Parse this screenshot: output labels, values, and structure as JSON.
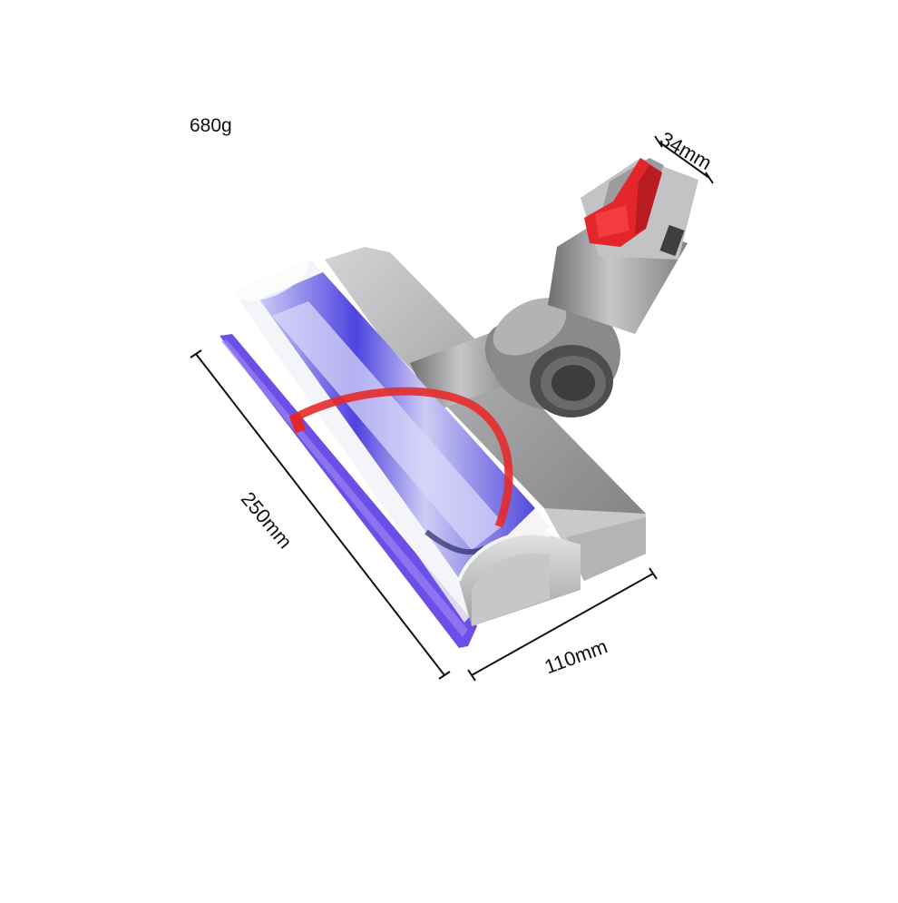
{
  "product": {
    "weight": "680g",
    "dimensions": {
      "neck_diameter": "34mm",
      "length": "250mm",
      "width": "110mm"
    }
  },
  "colors": {
    "body_grey": "#a9a9ab",
    "roller_blue": "#3a2fd8",
    "brush_purple": "#7a5af0",
    "latch_red": "#e3262c",
    "dimension_line": "#111111"
  }
}
